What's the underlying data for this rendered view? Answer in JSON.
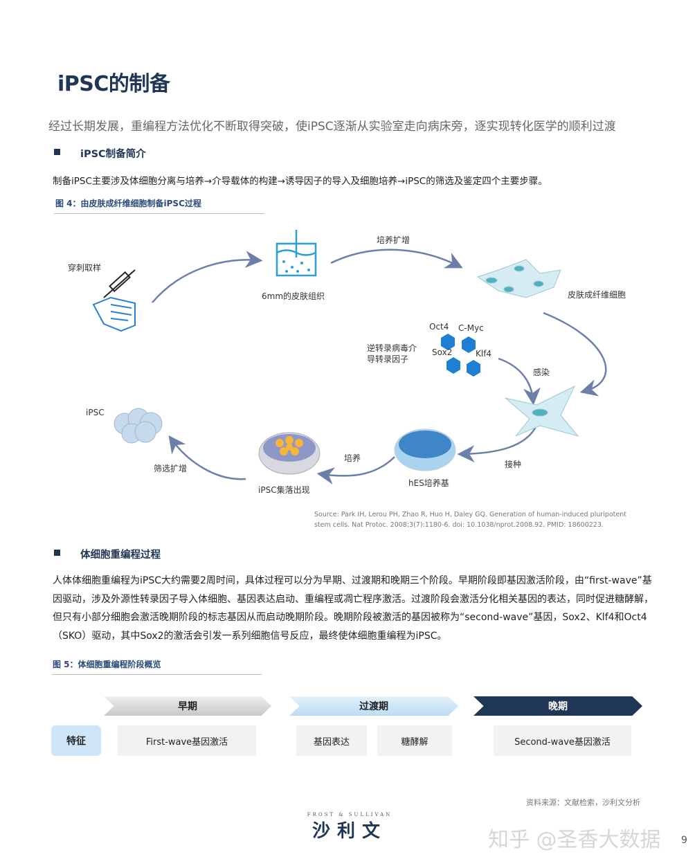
{
  "title": "iPSC的制备",
  "subtitle": "经过长期发展，重编程方法优化不断取得突破，使iPSC逐渐从实验室走向病床旁，逐实现转化医学的顺利过渡",
  "section1": {
    "heading": "iPSC制备简介",
    "text": "制备iPSC主要涉及体细胞分离与培养→介导载体的构建→诱导因子的导入及细胞培养→iPSC的筛选及鉴定四个主要步骤。",
    "figure_caption": "图 4：由皮肤成纤维细胞制备iPSC过程"
  },
  "diagram": {
    "labels": {
      "puncture": "穿刺取样",
      "skin_tissue": "6mm的皮肤组织",
      "culture_expand": "培养扩增",
      "fibroblast": "皮肤成纤维细胞",
      "oct4": "Oct4",
      "cmyc": "C-Myc",
      "sox2": "Sox2",
      "klf4": "Klf4",
      "retro_1": "逆转录病毒介",
      "retro_2": "导转录因子",
      "infect": "感染",
      "inoculate": "接种",
      "hes_medium": "hES培养基",
      "culture": "培养",
      "colony": "iPSC集落出现",
      "screen_expand": "筛选扩增",
      "ipsc": "iPSC"
    },
    "source_line1": "Source: Park IH, Lerou PH, Zhao R, Huo H, Daley GQ. Generation of human-induced pluripotent",
    "source_line2": "stem cells. Nat Protoc. 2008;3(7):1180-6. doi: 10.1038/nprot.2008.92. PMID: 18600223."
  },
  "section2": {
    "heading": "体细胞重编程过程",
    "text": "人体体细胞重编程为iPSC大约需要2周时间，具体过程可以分为早期、过渡期和晚期三个阶段。早期阶段即基因激活阶段，由“first-wave”基因驱动，涉及外源性转录因子导入体细胞、基因表达启动、重编程或凋亡程序激活。过渡阶段会激活分化相关基因的表达，同时促进糖酵解，但只有小部分细胞会激活晚期阶段的标志基因从而启动晚期阶段。晚期阶段被激活的基因被称为“second-wave”基因，Sox2、Klf4和Oct4（SKO）驱动，其中Sox2的激活会引发一系列细胞信号反应，最终使体细胞重编程为iPSC。",
    "figure_caption": "图 5：体细胞重编程阶段概览"
  },
  "stages": {
    "early": "早期",
    "transition": "过渡期",
    "late": "晚期",
    "feature_label": "特征",
    "early_feature": "First-wave基因激活",
    "transition_feature_1": "基因表达",
    "transition_feature_2": "糖酵解",
    "late_feature": "Second-wave基因激活",
    "colors": {
      "early": "#d9d9d9",
      "transition": "#cfe6f8",
      "late": "#1f3656"
    }
  },
  "footer": {
    "source": "资料来源：文献检索，沙利文分析",
    "logo_en": "FROST & SULLIVAN",
    "logo_cn": "沙利文",
    "watermark": "知乎 @圣香大数据",
    "page_number": "9"
  }
}
